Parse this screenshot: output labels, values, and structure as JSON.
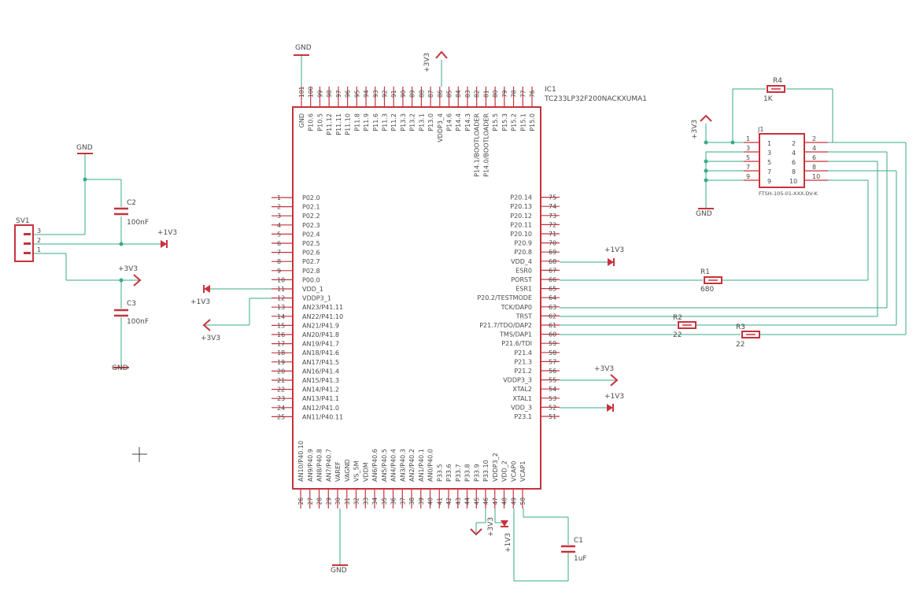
{
  "chip": {
    "ref": "IC1",
    "part": "TC233LP32F200NACKXUMA1",
    "left_pins": [
      {
        "num": "1",
        "name": "P02.0"
      },
      {
        "num": "2",
        "name": "P02.1"
      },
      {
        "num": "3",
        "name": "P02.2"
      },
      {
        "num": "4",
        "name": "P02.3"
      },
      {
        "num": "5",
        "name": "P02.4"
      },
      {
        "num": "6",
        "name": "P02.5"
      },
      {
        "num": "7",
        "name": "P02.6"
      },
      {
        "num": "8",
        "name": "P02.7"
      },
      {
        "num": "9",
        "name": "P02.8"
      },
      {
        "num": "10",
        "name": "P00.0"
      },
      {
        "num": "11",
        "name": "VDD_1"
      },
      {
        "num": "12",
        "name": "VDDP3_1"
      },
      {
        "num": "13",
        "name": "AN23/P41.11"
      },
      {
        "num": "14",
        "name": "AN22/P41.10"
      },
      {
        "num": "15",
        "name": "AN21/P41.9"
      },
      {
        "num": "16",
        "name": "AN20/P41.8"
      },
      {
        "num": "17",
        "name": "AN19/P41.7"
      },
      {
        "num": "18",
        "name": "AN18/P41.6"
      },
      {
        "num": "19",
        "name": "AN17/P41.5"
      },
      {
        "num": "20",
        "name": "AN16/P41.4"
      },
      {
        "num": "21",
        "name": "AN15/P41.3"
      },
      {
        "num": "22",
        "name": "AN14/P41.2"
      },
      {
        "num": "23",
        "name": "AN13/P41.1"
      },
      {
        "num": "24",
        "name": "AN12/P41.0"
      },
      {
        "num": "25",
        "name": "AN11/P40.11"
      }
    ],
    "bottom_pins": [
      {
        "num": "26",
        "name": "AN10/P40.10"
      },
      {
        "num": "27",
        "name": "AN9/P40.9"
      },
      {
        "num": "28",
        "name": "AN8/P40.8"
      },
      {
        "num": "29",
        "name": "AN7/P40.7"
      },
      {
        "num": "30",
        "name": "VAREF"
      },
      {
        "num": "31",
        "name": "VAGND"
      },
      {
        "num": "32",
        "name": "VS_5M"
      },
      {
        "num": "33",
        "name": "VDDM"
      },
      {
        "num": "34",
        "name": "AN6/P40.6"
      },
      {
        "num": "35",
        "name": "AN5/P40.5"
      },
      {
        "num": "36",
        "name": "AN4/P40.4"
      },
      {
        "num": "37",
        "name": "AN3/P40.3"
      },
      {
        "num": "38",
        "name": "AN2/P40.2"
      },
      {
        "num": "39",
        "name": "AN1/P40.1"
      },
      {
        "num": "40",
        "name": "AN0/P40.0"
      },
      {
        "num": "41",
        "name": "P33.5"
      },
      {
        "num": "42",
        "name": "P33.6"
      },
      {
        "num": "43",
        "name": "P33.7"
      },
      {
        "num": "44",
        "name": "P33.8"
      },
      {
        "num": "45",
        "name": "P33.9"
      },
      {
        "num": "46",
        "name": "P33.10"
      },
      {
        "num": "47",
        "name": "VDDP3_2"
      },
      {
        "num": "48",
        "name": "VDD_2"
      },
      {
        "num": "49",
        "name": "VCAP0"
      },
      {
        "num": "50",
        "name": "VCAP1"
      }
    ],
    "right_pins": [
      {
        "num": "51",
        "name": "P23.1"
      },
      {
        "num": "52",
        "name": "VDD_3"
      },
      {
        "num": "53",
        "name": "XTAL1"
      },
      {
        "num": "54",
        "name": "XTAL2"
      },
      {
        "num": "55",
        "name": "VDDP3_3"
      },
      {
        "num": "56",
        "name": "P21.2"
      },
      {
        "num": "57",
        "name": "P21.3"
      },
      {
        "num": "58",
        "name": "P21.4"
      },
      {
        "num": "59",
        "name": "P21.6/TDI"
      },
      {
        "num": "60",
        "name": "TMS/DAP1"
      },
      {
        "num": "61",
        "name": "P21.7/TDO/DAP2"
      },
      {
        "num": "62",
        "name": "TRST"
      },
      {
        "num": "63",
        "name": "TCK/DAP0"
      },
      {
        "num": "64",
        "name": "P20.2/TESTMODE"
      },
      {
        "num": "65",
        "name": "ESR1"
      },
      {
        "num": "66",
        "name": "PORST"
      },
      {
        "num": "67",
        "name": "ESR0"
      },
      {
        "num": "68",
        "name": "VDD_4"
      },
      {
        "num": "69",
        "name": "P20.8"
      },
      {
        "num": "70",
        "name": "P20.9"
      },
      {
        "num": "71",
        "name": "P20.10"
      },
      {
        "num": "72",
        "name": "P20.11"
      },
      {
        "num": "73",
        "name": "P20.12"
      },
      {
        "num": "74",
        "name": "P20.13"
      },
      {
        "num": "75",
        "name": "P20.14"
      }
    ],
    "top_pins": [
      {
        "num": "76",
        "name": "P15.0"
      },
      {
        "num": "77",
        "name": "P15.1"
      },
      {
        "num": "78",
        "name": "P15.2"
      },
      {
        "num": "79",
        "name": "P15.3"
      },
      {
        "num": "80",
        "name": "P15.5"
      },
      {
        "num": "81",
        "name": "P14.0/BOOTLOADER"
      },
      {
        "num": "82",
        "name": "P14.1/BOOTLOADER"
      },
      {
        "num": "83",
        "name": "P14.3"
      },
      {
        "num": "84",
        "name": "P14.4"
      },
      {
        "num": "85",
        "name": "P14.6"
      },
      {
        "num": "86",
        "name": "VDDP3_4"
      },
      {
        "num": "87",
        "name": "P13.0"
      },
      {
        "num": "88",
        "name": "P13.1"
      },
      {
        "num": "89",
        "name": "P13.2"
      },
      {
        "num": "90",
        "name": "P13.3"
      },
      {
        "num": "91",
        "name": "P11.2"
      },
      {
        "num": "92",
        "name": "P11.3"
      },
      {
        "num": "93",
        "name": "P11.6"
      },
      {
        "num": "94",
        "name": "P11.9"
      },
      {
        "num": "95",
        "name": "P11.8"
      },
      {
        "num": "96",
        "name": "P11.10"
      },
      {
        "num": "97",
        "name": "P11.11"
      },
      {
        "num": "98",
        "name": "P11.12"
      },
      {
        "num": "99",
        "name": "P10.5"
      },
      {
        "num": "100",
        "name": "P10.6"
      },
      {
        "num": "101",
        "name": "GND"
      }
    ]
  },
  "connector": {
    "ref": "J1",
    "part": "FTSH-105-01-XXX-DV-K",
    "pins": [
      "1",
      "2",
      "3",
      "4",
      "5",
      "6",
      "7",
      "8",
      "9",
      "10"
    ]
  },
  "sv1": {
    "ref": "SV1",
    "pins": [
      "3",
      "2",
      "1"
    ]
  },
  "capacitors": {
    "c1": {
      "ref": "C1",
      "value": "1uF"
    },
    "c2": {
      "ref": "C2",
      "value": "100nF"
    },
    "c3": {
      "ref": "C3",
      "value": "100nF"
    }
  },
  "resistors": {
    "r1": {
      "ref": "R1",
      "value": "680"
    },
    "r2": {
      "ref": "R2",
      "value": "22"
    },
    "r3": {
      "ref": "R3",
      "value": "22"
    },
    "r4": {
      "ref": "R4",
      "value": "1K"
    }
  },
  "nets": {
    "gnd": "GND",
    "v3v3": "+3V3",
    "v1v3": "+1V3"
  },
  "colors": {
    "component": "#c8323c",
    "wire": "#3aaa8a",
    "text": "#4a4a4a"
  }
}
